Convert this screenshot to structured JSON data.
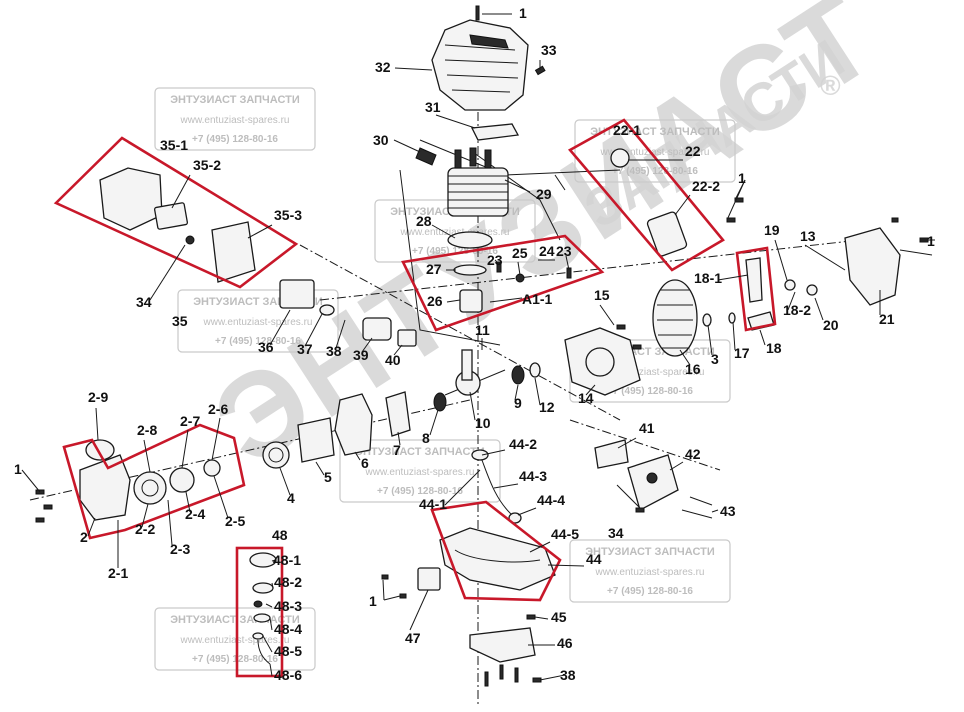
{
  "watermark": {
    "brand_big": "ЭНТУЗИАСТ",
    "brand_arc": "ЗАПЧАСТИ",
    "registered_mark": "®",
    "stamp_title": "ЭНТУЗИАСТ ЗАПЧАСТИ",
    "stamp_url": "www.entuziast-spares.ru",
    "stamp_phone": "+7 (495) 128-80-16"
  },
  "part_labels": [
    "1",
    "32",
    "33",
    "31",
    "30",
    "35-1",
    "35-2",
    "34",
    "35",
    "35-3",
    "36",
    "37",
    "38",
    "39",
    "40",
    "28",
    "27",
    "26",
    "23",
    "24",
    "25",
    "A1-1",
    "11",
    "29",
    "15",
    "22-1",
    "22",
    "22-2",
    "19",
    "13",
    "21",
    "18-1",
    "18-2",
    "20",
    "18",
    "17",
    "16",
    "3",
    "12",
    "9",
    "10",
    "14",
    "8",
    "7",
    "6",
    "5",
    "4",
    "2-9",
    "2-8",
    "2-7",
    "2-6",
    "2",
    "2-2",
    "2-3",
    "2-4",
    "2-5",
    "2-1",
    "41",
    "42",
    "43",
    "44-2",
    "44-3",
    "44-4",
    "44-1",
    "44-5",
    "44",
    "48",
    "48-1",
    "48-2",
    "48-3",
    "48-4",
    "48-5",
    "48-6",
    "47",
    "45",
    "46"
  ]
}
